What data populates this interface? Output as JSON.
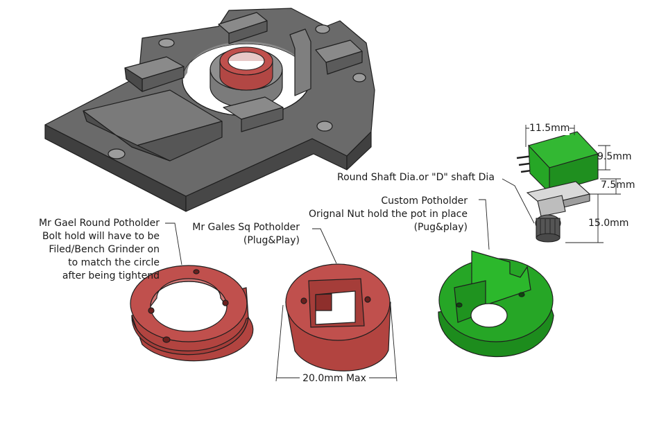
{
  "labels": {
    "round_potholder": {
      "lines": [
        "Mr Gael Round Potholder",
        "Bolt hold will have to be",
        "Filed/Bench Grinder on",
        "to match the circle",
        "after being tightend"
      ]
    },
    "sq_potholder": {
      "line1": "Mr Gales Sq Potholder",
      "line2": "(Plug&Play)"
    },
    "custom_potholder": {
      "line1": "Custom Potholder",
      "line2": "Orignal Nut hold the pot in place",
      "line3": "(Pug&play)"
    },
    "shaft": "Round Shaft Dia.or \"D\" shaft Dia",
    "dim_width": "20.0mm Max",
    "dim_11_5": "11.5mm",
    "dim_9_5": "9.5mm",
    "dim_7_5": "7.5mm",
    "dim_15_0": "15.0mm"
  },
  "colors": {
    "base_plate": "#5e5e5e",
    "round_holder": "#c0504d",
    "square_holder": "#c0504d",
    "custom_holder": "#22a322",
    "pot_body": "#2aa52a"
  }
}
